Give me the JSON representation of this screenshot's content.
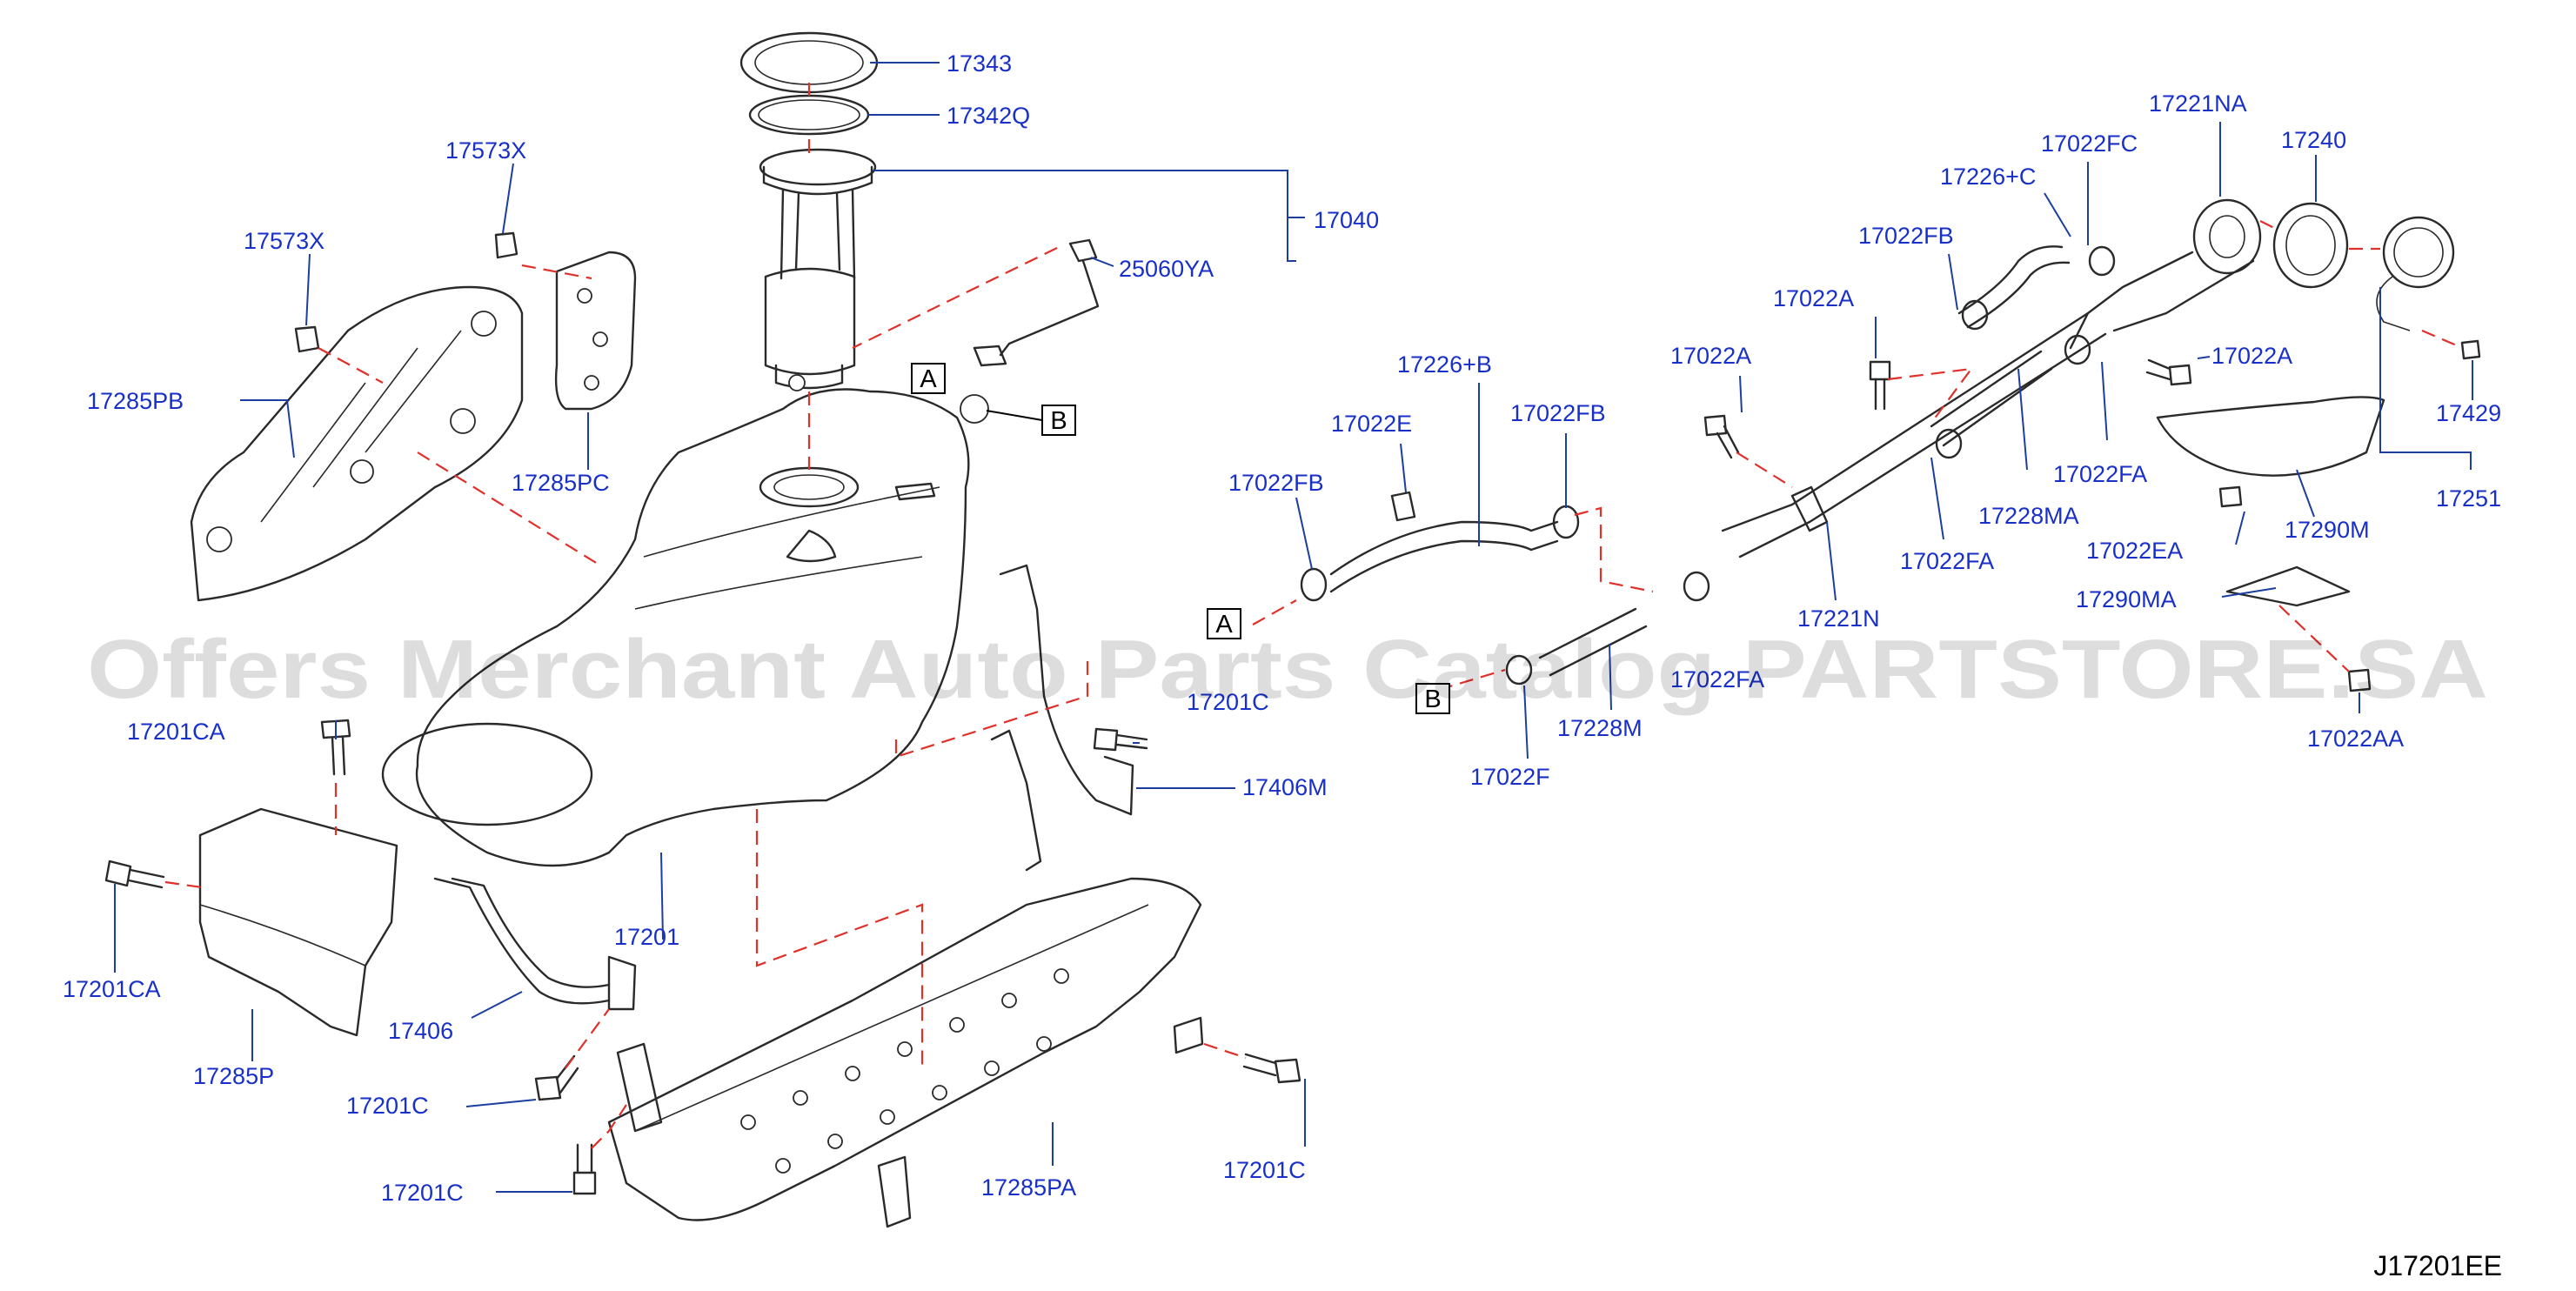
{
  "diagram_code": "J17201EE",
  "watermark": "Offers Merchant Auto Parts Catalog PARTSTORE.SA",
  "callouts": {
    "ref_a": "A",
    "ref_b": "B"
  },
  "labels": {
    "p17343": "17343",
    "p17342q": "17342Q",
    "p17040": "17040",
    "p25060ya": "25060YA",
    "p17573x_a": "17573X",
    "p17573x_b": "17573X",
    "p17285pb": "17285PB",
    "p17285pc": "17285PC",
    "p17201ca_a": "17201CA",
    "p17201ca_b": "17201CA",
    "p17285p": "17285P",
    "p17406": "17406",
    "p17201c_a": "17201C",
    "p17201c_b": "17201C",
    "p17201c_c": "17201C",
    "p17201c_d": "17201C",
    "p17201": "17201",
    "p17406m": "17406M",
    "p17285pa": "17285PA",
    "p17226b": "17226+B",
    "p17022e": "17022E",
    "p17022fb_a": "17022FB",
    "p17022fb_b": "17022FB",
    "p17022fb_c": "17022FB",
    "p17022a_a": "17022A",
    "p17022a_b": "17022A",
    "p17022a_c": "17022A",
    "p17226c": "17226+C",
    "p17022fc": "17022FC",
    "p17221na": "17221NA",
    "p17240": "17240",
    "p17022fa_a": "17022FA",
    "p17022fa_b": "17022FA",
    "p17022fa_c": "17022FA",
    "p17228ma": "17228MA",
    "p17221n": "17221N",
    "p17228m": "17228M",
    "p17022f": "17022F",
    "p17022ea": "17022EA",
    "p17290m": "17290M",
    "p17290ma": "17290MA",
    "p17429": "17429",
    "p17251": "17251",
    "p17022aa": "17022AA"
  }
}
